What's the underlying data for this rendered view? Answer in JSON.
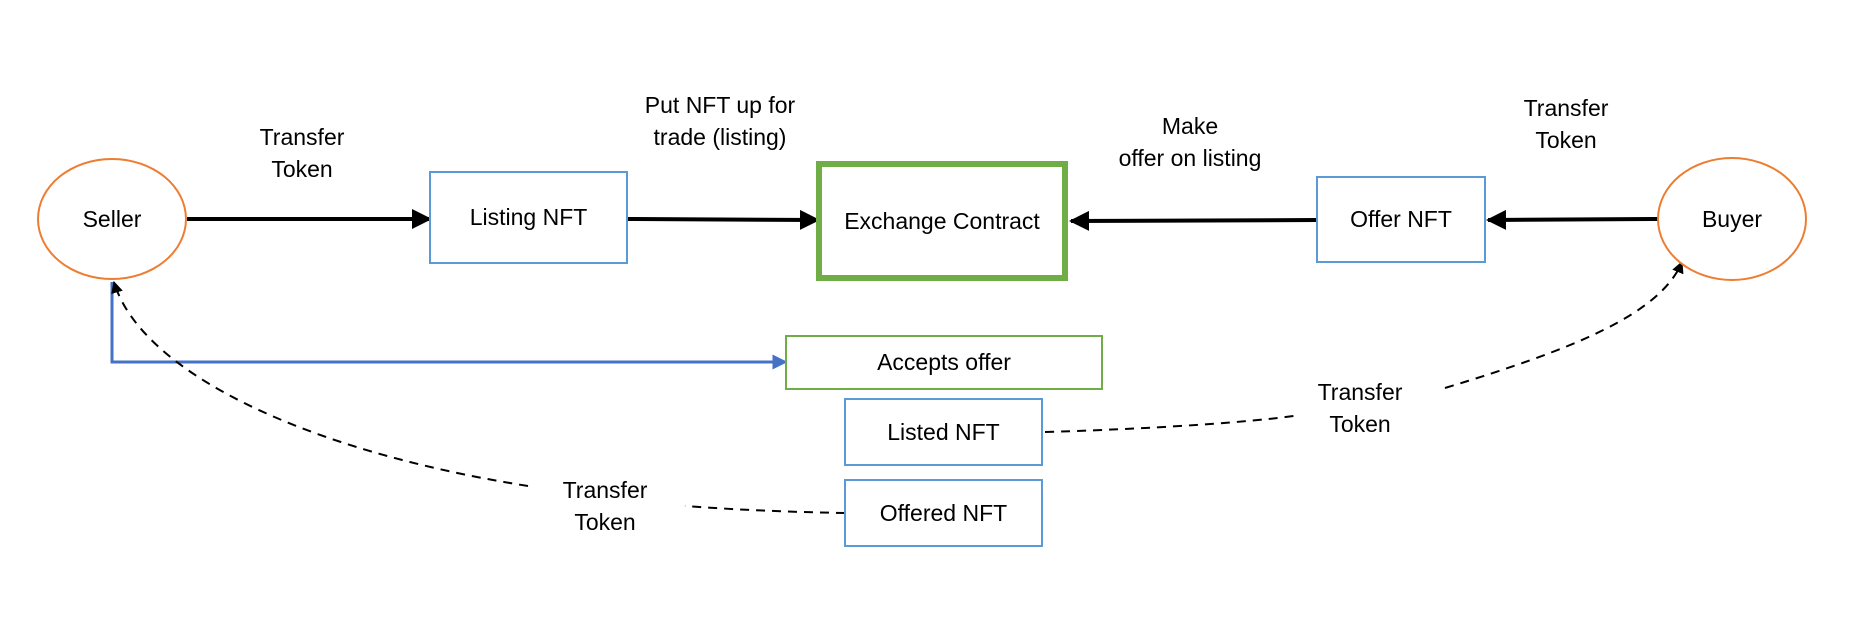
{
  "nodes": {
    "seller": "Seller",
    "buyer": "Buyer",
    "listing_nft": "Listing NFT",
    "exchange_contract": "Exchange Contract",
    "offer_nft": "Offer NFT",
    "accepts_offer": "Accepts offer",
    "listed_nft": "Listed NFT",
    "offered_nft": "Offered NFT"
  },
  "edge_labels": {
    "seller_to_listing": [
      "Transfer",
      "Token"
    ],
    "listing_to_exchange": [
      "Put NFT up for",
      "trade (listing)"
    ],
    "offer_to_exchange": [
      "Make",
      "offer on listing"
    ],
    "buyer_to_offer": [
      "Transfer",
      "Token"
    ],
    "listed_to_buyer": [
      "Transfer",
      "Token"
    ],
    "offered_to_seller": [
      "Transfer",
      "Token"
    ]
  },
  "colors": {
    "ellipse_border": "#ed7d31",
    "box_border": "#5b9bd5",
    "contract_border": "#70ad47",
    "accept_arrow": "#4472c4",
    "arrow": "#000000"
  }
}
